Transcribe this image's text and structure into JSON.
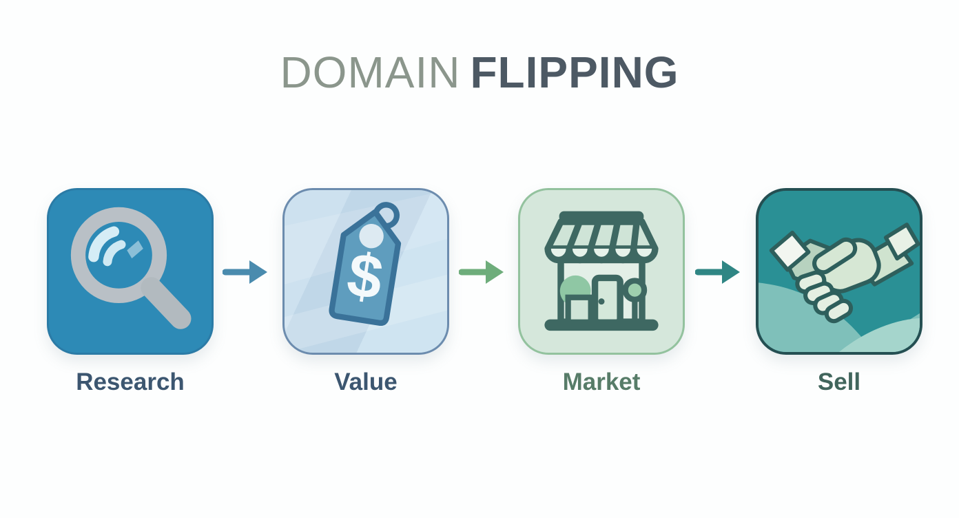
{
  "title": {
    "light_word": "DOMAIN",
    "bold_word": "FLIPPING",
    "light_color": "#8b968c",
    "bold_color": "#4d5964"
  },
  "steps": [
    {
      "label": "Research",
      "icon": "magnifier-search-icon",
      "box_color": "#2d8ab6",
      "border_color": "#2b7ba6",
      "label_color": "#3c5670"
    },
    {
      "label": "Value",
      "icon": "price-tag-icon",
      "box_color": "#c5dbea",
      "border_color": "#6c8cae",
      "label_color": "#3c5670"
    },
    {
      "label": "Market",
      "icon": "storefront-icon",
      "box_color": "#d5e7db",
      "border_color": "#93c29e",
      "label_color": "#577c68"
    },
    {
      "label": "Sell",
      "icon": "handshake-icon",
      "box_color": "#2a9095",
      "border_color": "#244f52",
      "label_color": "#41655c"
    }
  ],
  "arrows": [
    {
      "color": "#4a8bae"
    },
    {
      "color": "#6ead7b"
    },
    {
      "color": "#2f8684"
    }
  ]
}
